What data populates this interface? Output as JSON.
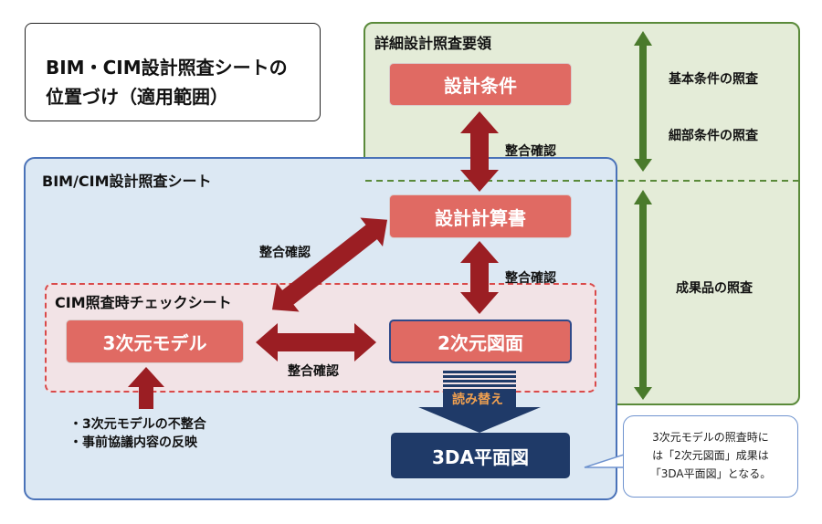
{
  "title": {
    "line1": "BIM・CIM設計照査シートの",
    "line2": "位置づけ（適用範囲）"
  },
  "green_panel": {
    "label": "詳細設計照査要領",
    "side_labels": [
      "基本条件の照査",
      "細部条件の照査",
      "成果品の照査"
    ]
  },
  "blue_panel": {
    "label": "BIM/CIM設計照査シート"
  },
  "red_panel": {
    "label": "CIM照査時チェックシート"
  },
  "boxes": {
    "design_conditions": "設計条件",
    "design_calc": "設計計算書",
    "model_3d": "3次元モデル",
    "drawing_2d": "2次元図面",
    "plan_3da": "3DA平面図"
  },
  "arrows": {
    "check_1": "整合確認",
    "check_2": "整合確認",
    "check_3": "整合確認",
    "check_4": "整合確認",
    "read_replace": "読み替え"
  },
  "bullets": [
    "・3次元モデルの不整合",
    "・事前協議内容の反映"
  ],
  "note": {
    "line1": "3次元モデルの照査時に",
    "line2": "は「2次元図面」成果は",
    "line3": "「3DA平面図」となる。"
  },
  "colors": {
    "red_box": "#e06a63",
    "dark_red_arrow": "#9b1e23",
    "navy": "#1f3a68",
    "green": "#5a8a3a",
    "blue_border": "#4a72b8",
    "orange_text": "#f0a050"
  }
}
